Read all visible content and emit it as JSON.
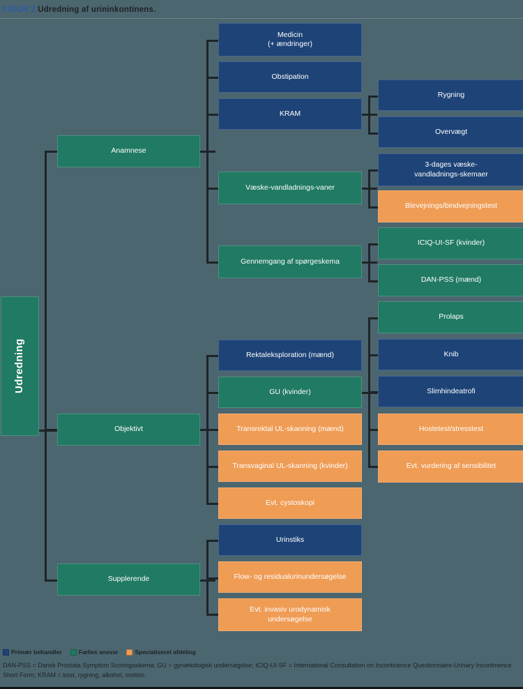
{
  "header": {
    "fig_number": "FIGUR 2",
    "title": "Udredning af urininkontinens."
  },
  "root": {
    "label": "Udredning",
    "color": "#217a63"
  },
  "branches": [
    {
      "label": "Anamnese",
      "color": "#217a63"
    },
    {
      "label": "Objektivt",
      "color": "#217a63"
    },
    {
      "label": "Supplerende",
      "color": "#217a63"
    }
  ],
  "level3": [
    {
      "label": "Medicin\n(+ ændringer)",
      "line1": "Medicin",
      "line2": "(+ ændringer)",
      "color": "#1d4377"
    },
    {
      "label": "Obstipation",
      "color": "#1d4377"
    },
    {
      "label": "KRAM",
      "color": "#1d4377"
    },
    {
      "label": "Væske-vandladnings-vaner",
      "color": "#217a63"
    },
    {
      "label": "Gennemgang af spørgeskema",
      "color": "#217a63"
    },
    {
      "label": "Rektaleksploration (mænd)",
      "color": "#1d4377"
    },
    {
      "label": "GU (kvinder)",
      "color": "#217a63"
    },
    {
      "label": "Transrektal UL-skanning (mænd)",
      "color": "#ef9c55"
    },
    {
      "label": "Transvaginal UL-skanning  (kvinder)",
      "color": "#ef9c55"
    },
    {
      "label": "Evt. cystoskopi",
      "color": "#ef9c55"
    },
    {
      "label": "Urinstiks",
      "color": "#1d4377"
    },
    {
      "label": "Flow- og residualurinundersøgelse",
      "color": "#ef9c55"
    },
    {
      "label": "Evt. invasiv urodynamisk\nundersøgelse",
      "line1": "Evt. invasiv urodynamisk",
      "line2": "undersøgelse",
      "color": "#ef9c55"
    }
  ],
  "level4": [
    {
      "label": "Rygning",
      "color": "#1d4377"
    },
    {
      "label": "Overvægt",
      "color": "#1d4377"
    },
    {
      "label": "3-dages væske-\nvandladnings-skemaer",
      "line1": "3-dages væske-",
      "line2": "vandladnings-skemaer",
      "color": "#1d4377"
    },
    {
      "label": "Blevejnings/bindvejningstest",
      "color": "#ef9c55"
    },
    {
      "label": "ICIQ-UI-SF (kvinder)",
      "color": "#217a63"
    },
    {
      "label": "DAN-PSS (mænd)",
      "color": "#217a63"
    },
    {
      "label": "Prolaps",
      "color": "#217a63"
    },
    {
      "label": "Knib",
      "color": "#1d4377"
    },
    {
      "label": "Slimhindeatrofi",
      "color": "#1d4377"
    },
    {
      "label": "Hostetest/stresstest",
      "color": "#ef9c55"
    },
    {
      "label": "Evt. vurdering af sensibilitet",
      "color": "#ef9c55"
    }
  ],
  "legend": {
    "items": [
      {
        "label": "Primær behandler",
        "color": "#1d4377"
      },
      {
        "label": "Fælles ansvar",
        "color": "#217a63"
      },
      {
        "label": "Specialiseret afdeling",
        "color": "#ef9c55"
      }
    ]
  },
  "footnote": {
    "text": "DAN-PSS = Dansk Prostata Symptom Scoringsskema; GU = gynækologisk undersøgelse; ICIQ-UI-SF = International Consultation on Incontinence Questionnaire-Urinary Incontinence Short Form; KRAM = kost, rygning, alkohol, motion."
  }
}
